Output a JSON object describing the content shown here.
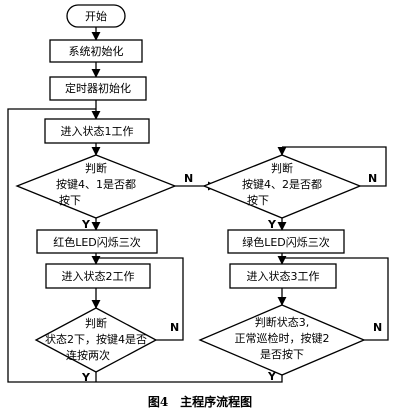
{
  "flowchart": {
    "start": "开始",
    "system_init": "系统初始化",
    "timer_init": "定时器初始化",
    "state1": "进入状态1工作",
    "decision1": [
      "判断",
      "按键4、1是否都",
      "按下"
    ],
    "decision2": [
      "判断",
      "按键4、2是否都",
      "按下"
    ],
    "red_led": "红色LED闪烁三次",
    "green_led": "绿色LED闪烁三次",
    "state2": "进入状态2工作",
    "state3": "进入状态3工作",
    "decision3": [
      "判断",
      "状态2下，按键4是否",
      "连按两次"
    ],
    "decision4": [
      "判断状态3,",
      "正常巡检时，按键2",
      "是否按下"
    ],
    "yes": "Y",
    "no": "N"
  },
  "caption": "图4　主程序流程图"
}
